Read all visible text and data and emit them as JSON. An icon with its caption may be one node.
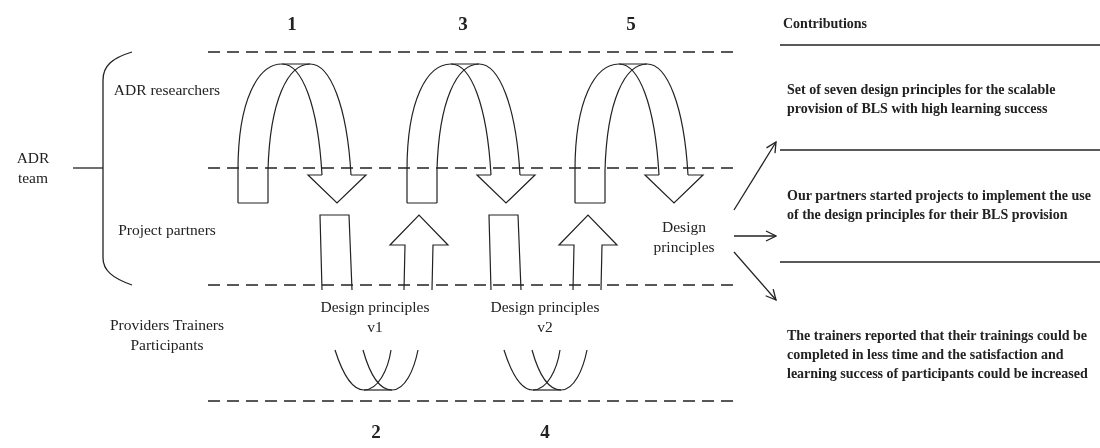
{
  "diagram": {
    "nodes": [
      {
        "text": [
          "Design principles"
        ]
      },
      {
        "text": [
          "Set of seven design principles for the scalable provision of BLS with high learning success"
        ]
      },
      {
        "text": [
          "Our partners started projects to implement the use of the design principles for their BLS provision"
        ]
      },
      {
        "text": [
          "The trainers reported that their trainings could be completed in less time and the satisfaction and learning success of participants could be increased"
        ]
      }
    ],
    "edges": [
      {
        "from": 0,
        "to": 1,
        "arrow": "to"
      },
      {
        "from": 0,
        "to": 2,
        "arrow": "to"
      },
      {
        "from": 0,
        "to": 3,
        "arrow": "to"
      }
    ],
    "labels": [
      "1",
      "3",
      "5",
      "Contributions",
      "ADR researchers",
      "ADR team",
      "Project partners",
      "Design principles v1",
      "Design principles v2",
      "Providers Trainers Participants",
      "2",
      "4"
    ]
  }
}
